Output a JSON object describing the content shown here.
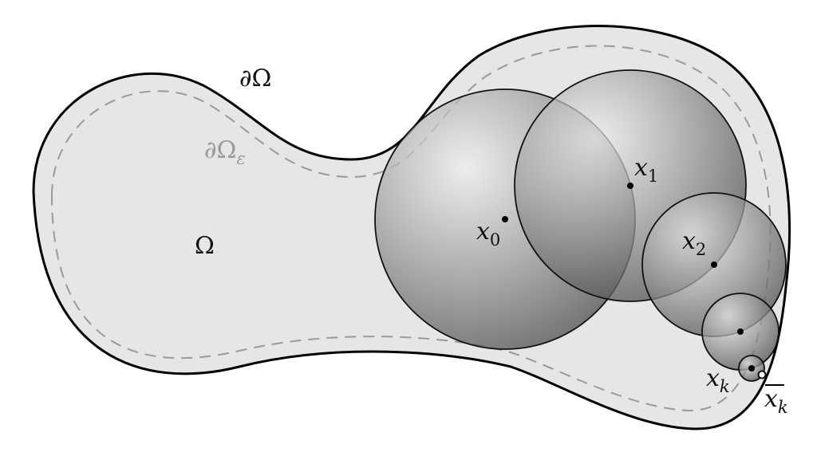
{
  "labels": {
    "boundary": "∂Ω",
    "boundary_eps_main": "∂Ω",
    "boundary_eps_sub": "ε",
    "domain": "Ω",
    "x0_main": "x",
    "x0_sub": "0",
    "x1_main": "x",
    "x1_sub": "1",
    "x2_main": "x",
    "x2_sub": "2",
    "xk_main": "x",
    "xk_sub": "k",
    "xbar_main": "x",
    "xbar_sub": "k"
  },
  "colors": {
    "domain_fill": "#e6e6e6",
    "boundary_stroke": "#000000",
    "dashed_stroke": "#9a9a9a",
    "ball_dark": "#5a5a5a",
    "ball_light": "#f2f2f2"
  }
}
